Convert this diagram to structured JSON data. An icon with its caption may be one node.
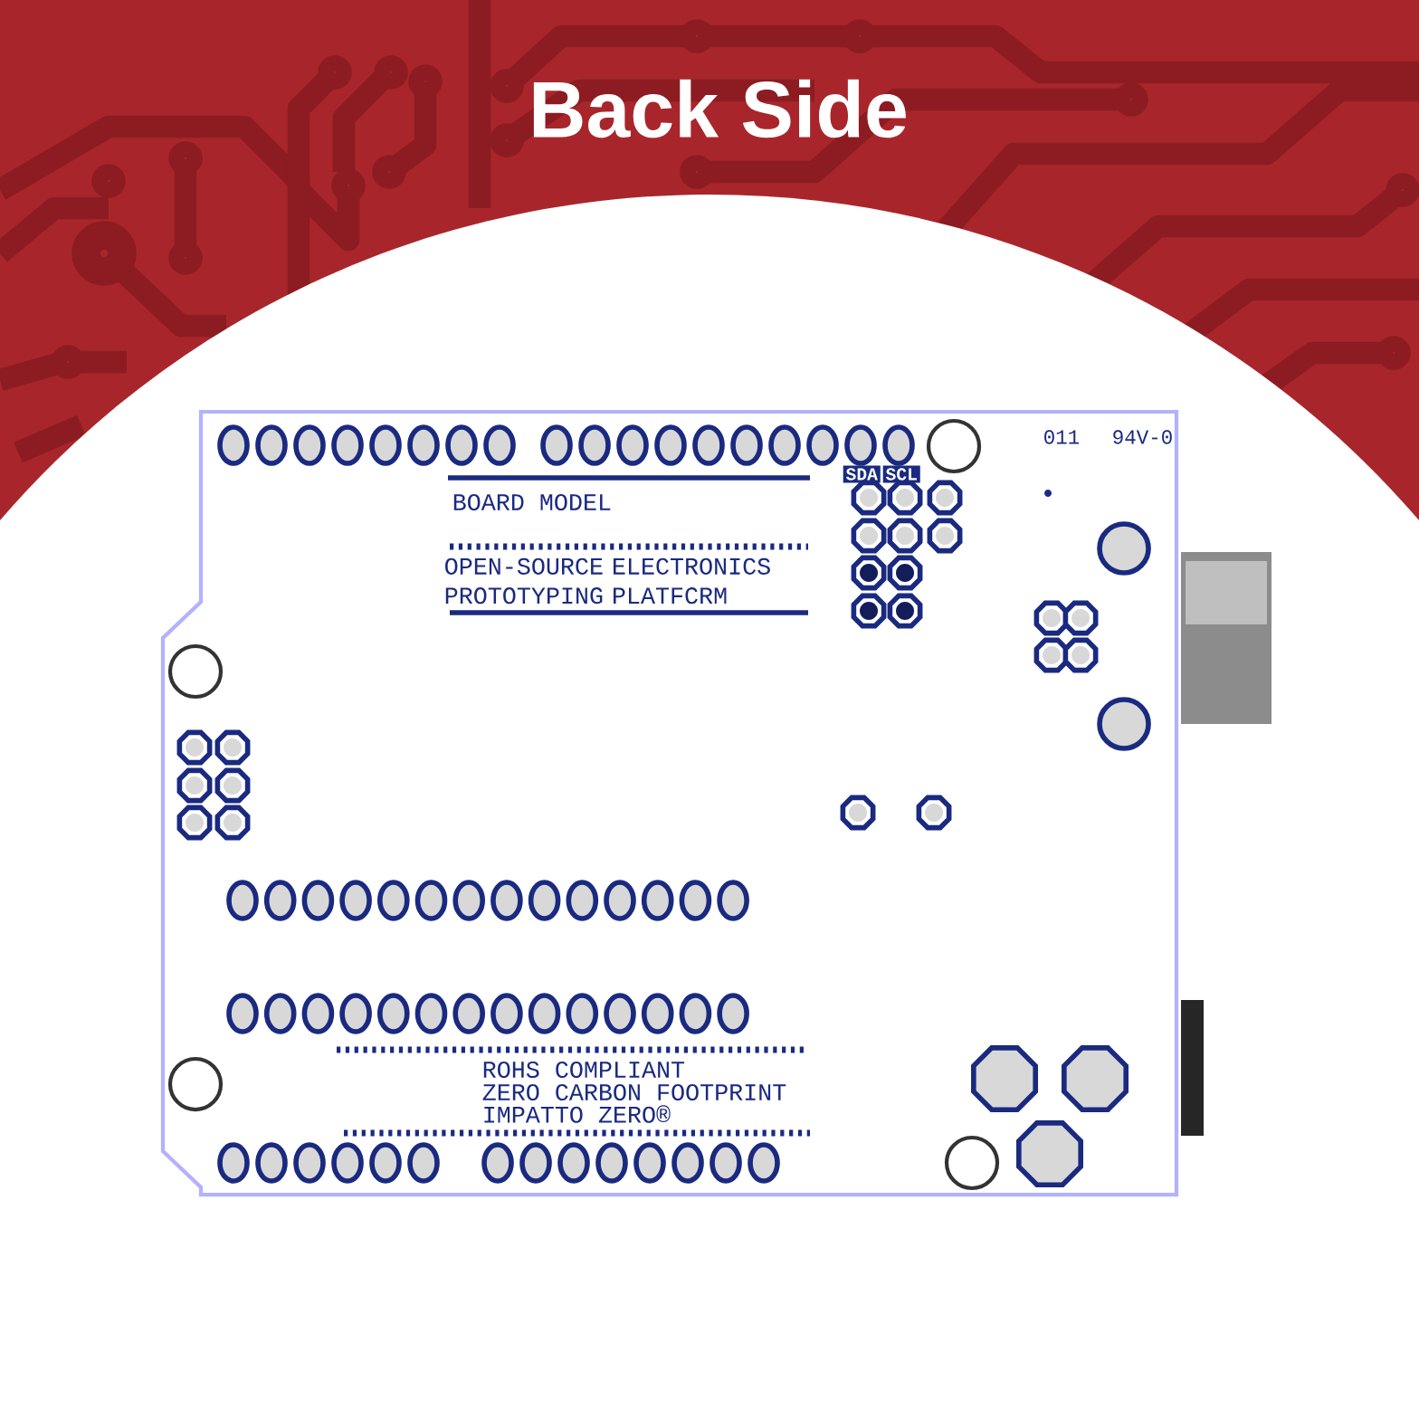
{
  "diagram": {
    "title": "Back Side",
    "labels": [
      "011",
      "94V-0",
      "SDA",
      "SCL",
      "BOARD MODEL",
      "OPEN-SOURCE ELECTRONICS PROTOTYPING PLATFCRM",
      "ROHS COMPLIANT",
      "ZERO CARBON FOOTPRINT",
      "IMPATTO ZERO®"
    ]
  }
}
